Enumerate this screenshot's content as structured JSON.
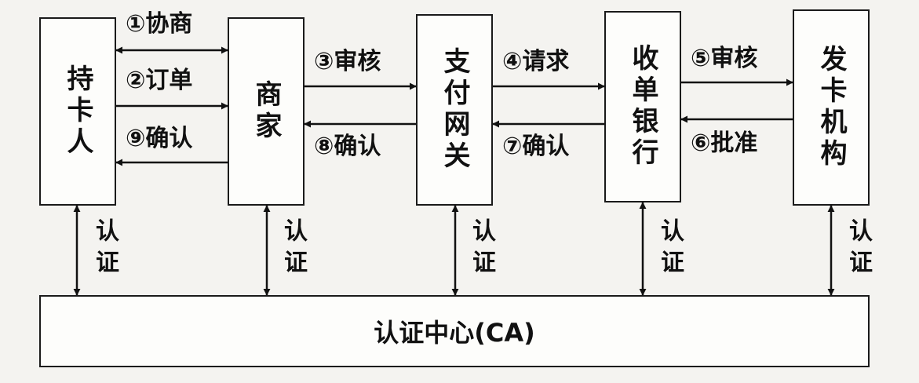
{
  "entities": {
    "cardholder": "持卡人",
    "merchant": "商家",
    "gateway": "支付网关",
    "acquirer": "收单银行",
    "issuer": "发卡机构",
    "ca": "认证中心(CA)"
  },
  "flows": {
    "s1": "①协商",
    "s2": "②订单",
    "s9": "⑨确认",
    "s3": "③审核",
    "s8": "⑧确认",
    "s4": "④请求",
    "s7": "⑦确认",
    "s5": "⑤审核",
    "s6": "⑥批准"
  },
  "auth_label": "认证"
}
